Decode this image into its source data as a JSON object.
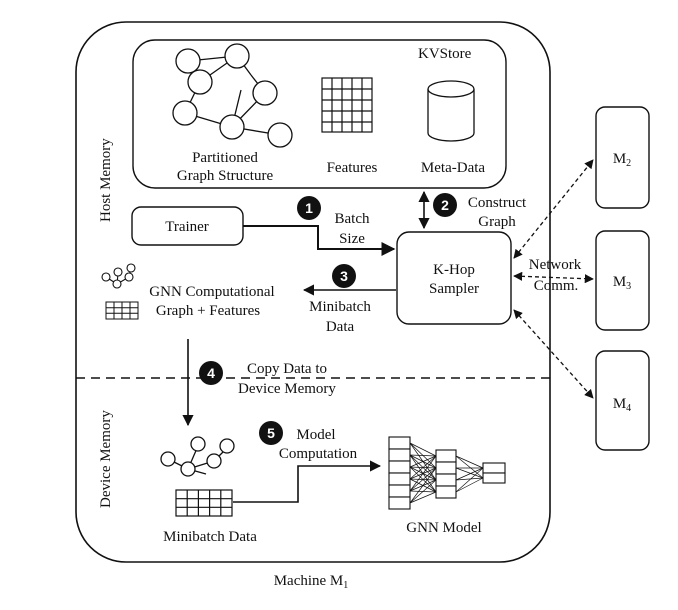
{
  "kvstore": {
    "title": "KVStore",
    "graph_label_line1": "Partitioned",
    "graph_label_line2": "Graph Structure",
    "features_label": "Features",
    "metadata_label": "Meta-Data"
  },
  "regions": {
    "host_memory": "Host Memory",
    "device_memory": "Device Memory"
  },
  "machine": {
    "label": "Machine M",
    "subscript": "1"
  },
  "trainer": {
    "label": "Trainer"
  },
  "sampler": {
    "line1": "K-Hop",
    "line2": "Sampler"
  },
  "gnn_graph": {
    "line1": "GNN Computational",
    "line2": "Graph + Features"
  },
  "minibatch": {
    "label": "Minibatch Data"
  },
  "gnn_model": {
    "label": "GNN Model"
  },
  "network": {
    "line1": "Network",
    "line2": "Comm."
  },
  "steps": [
    {
      "num": "1",
      "line1": "Batch",
      "line2": "Size"
    },
    {
      "num": "2",
      "line1": "Construct",
      "line2": "Graph"
    },
    {
      "num": "3",
      "line1": "Minibatch",
      "line2": "Data"
    },
    {
      "num": "4",
      "line1": "Copy Data to",
      "line2": "Device Memory"
    },
    {
      "num": "5",
      "line1": "Model",
      "line2": "Computation"
    }
  ],
  "remote_machines": [
    {
      "label": "M",
      "subscript": "2"
    },
    {
      "label": "M",
      "subscript": "3"
    },
    {
      "label": "M",
      "subscript": "4"
    }
  ]
}
